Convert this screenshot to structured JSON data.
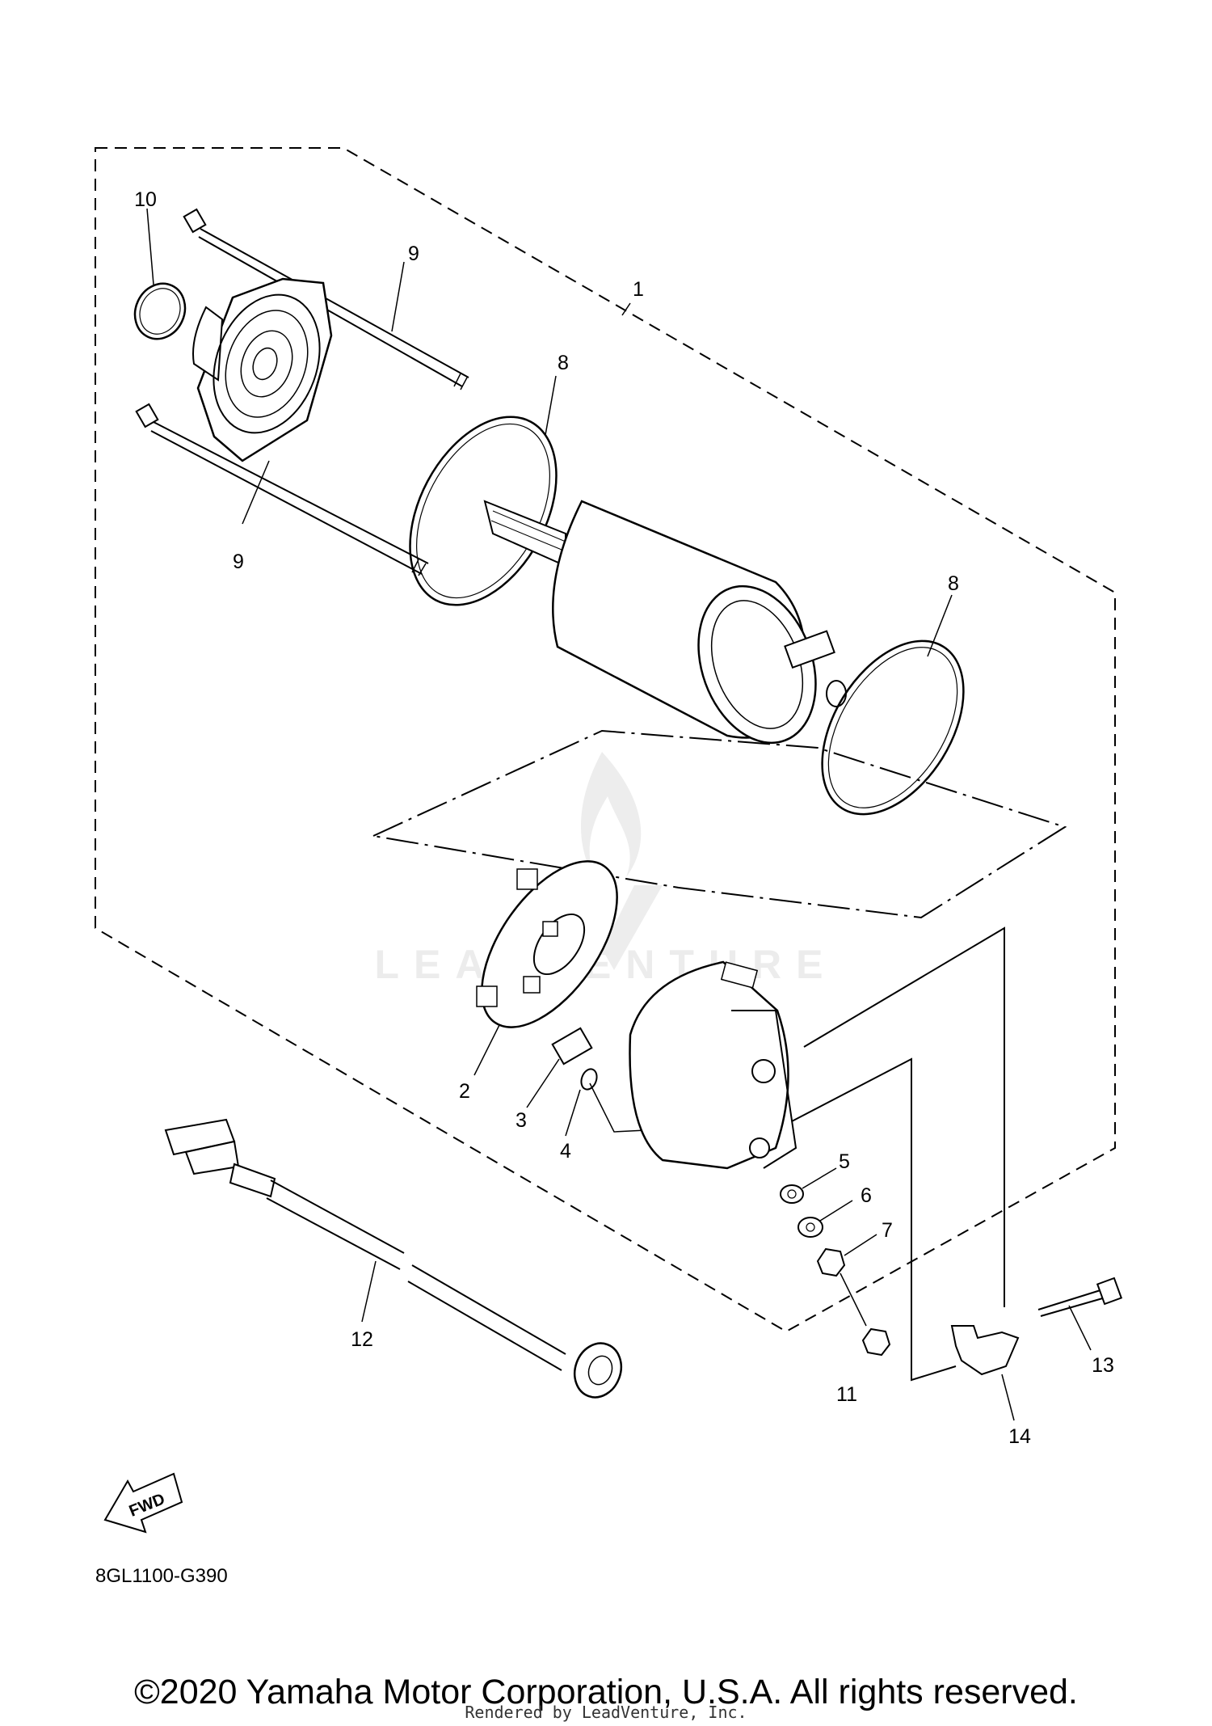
{
  "callouts": {
    "c1": "1",
    "c2": "2",
    "c3": "3",
    "c4": "4",
    "c5": "5",
    "c6": "6",
    "c7": "7",
    "c8a": "8",
    "c8b": "8",
    "c9a": "9",
    "c9b": "9",
    "c10": "10",
    "c11": "11",
    "c12": "12",
    "c13": "13",
    "c14": "14"
  },
  "fwd_label": "FWD",
  "diagram_code": "8GL1100-G390",
  "watermark_text": "LEADVENTURE",
  "copyright": "©2020 Yamaha Motor Corporation, U.S.A. All rights reserved.",
  "rendered_by": "Rendered by LeadVenture, Inc."
}
